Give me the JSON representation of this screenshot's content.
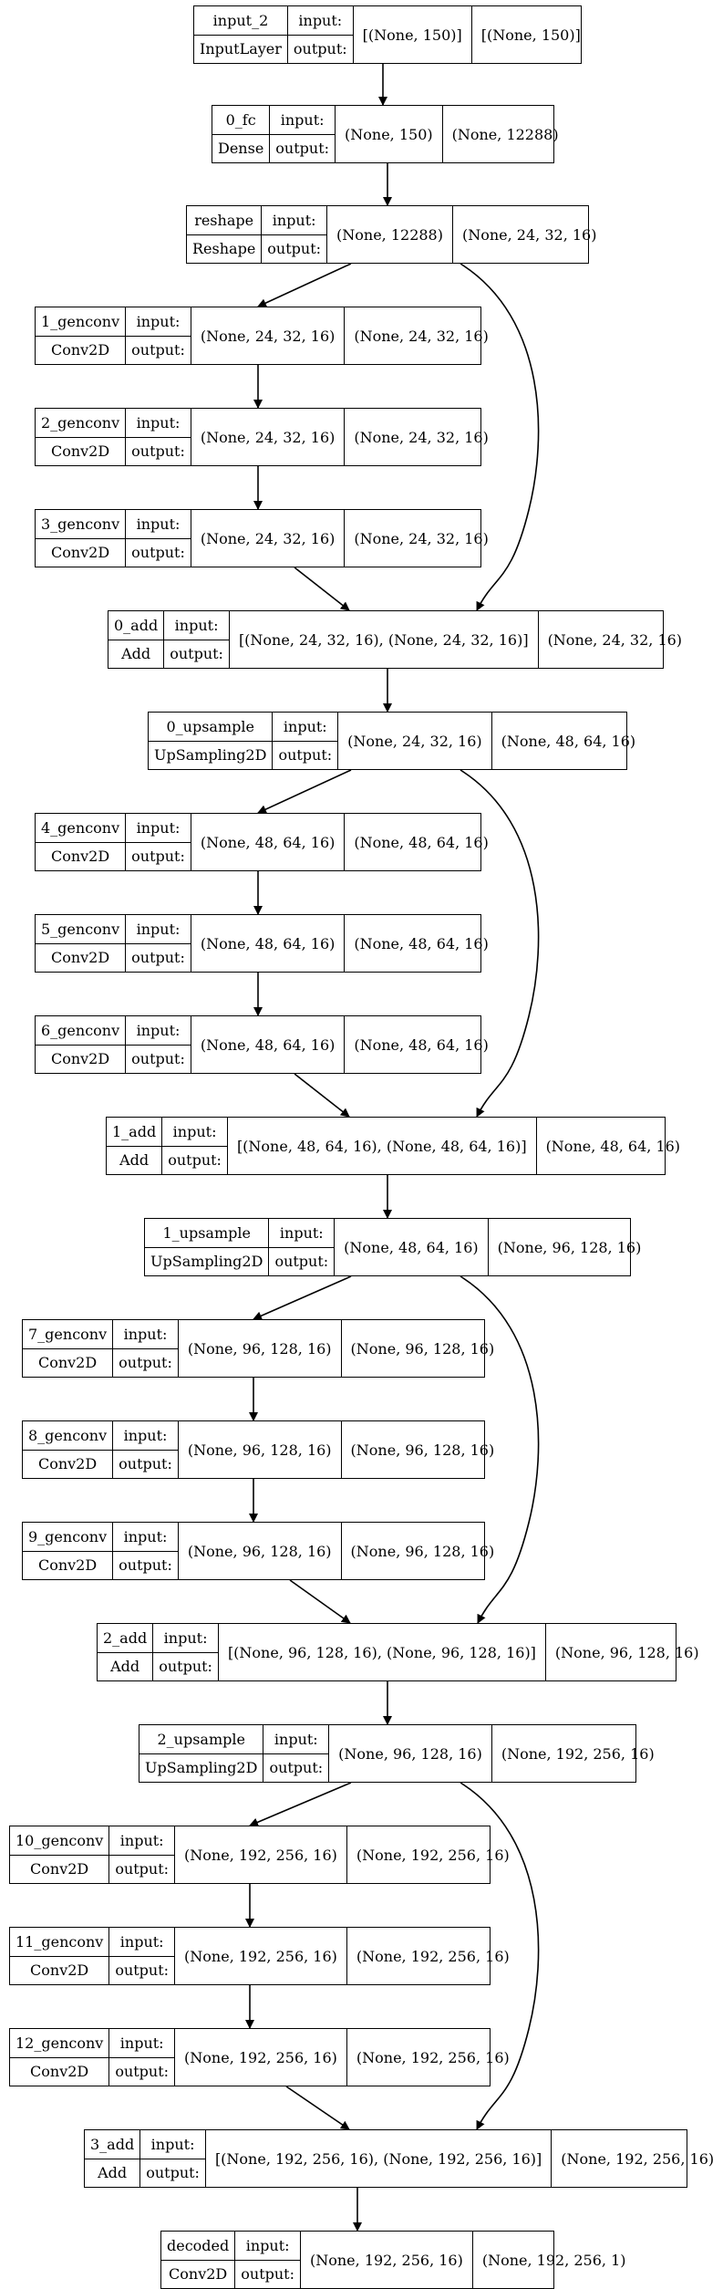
{
  "nodes": [
    {
      "id": "input_2",
      "name": "input_2",
      "type": "InputLayer",
      "input": "[(None, 150)]",
      "output": "[(None, 150)]"
    },
    {
      "id": "0_fc",
      "name": "0_fc",
      "type": "Dense",
      "input": "(None, 150)",
      "output": "(None, 12288)"
    },
    {
      "id": "reshape",
      "name": "reshape",
      "type": "Reshape",
      "input": "(None, 12288)",
      "output": "(None, 24, 32, 16)"
    },
    {
      "id": "1_genconv",
      "name": "1_genconv",
      "type": "Conv2D",
      "input": "(None, 24, 32, 16)",
      "output": "(None, 24, 32, 16)"
    },
    {
      "id": "2_genconv",
      "name": "2_genconv",
      "type": "Conv2D",
      "input": "(None, 24, 32, 16)",
      "output": "(None, 24, 32, 16)"
    },
    {
      "id": "3_genconv",
      "name": "3_genconv",
      "type": "Conv2D",
      "input": "(None, 24, 32, 16)",
      "output": "(None, 24, 32, 16)"
    },
    {
      "id": "0_add",
      "name": "0_add",
      "type": "Add",
      "input": "[(None, 24, 32, 16), (None, 24, 32, 16)]",
      "output": "(None, 24, 32, 16)"
    },
    {
      "id": "0_upsample",
      "name": "0_upsample",
      "type": "UpSampling2D",
      "input": "(None, 24, 32, 16)",
      "output": "(None, 48, 64, 16)"
    },
    {
      "id": "4_genconv",
      "name": "4_genconv",
      "type": "Conv2D",
      "input": "(None, 48, 64, 16)",
      "output": "(None, 48, 64, 16)"
    },
    {
      "id": "5_genconv",
      "name": "5_genconv",
      "type": "Conv2D",
      "input": "(None, 48, 64, 16)",
      "output": "(None, 48, 64, 16)"
    },
    {
      "id": "6_genconv",
      "name": "6_genconv",
      "type": "Conv2D",
      "input": "(None, 48, 64, 16)",
      "output": "(None, 48, 64, 16)"
    },
    {
      "id": "1_add",
      "name": "1_add",
      "type": "Add",
      "input": "[(None, 48, 64, 16), (None, 48, 64, 16)]",
      "output": "(None, 48, 64, 16)"
    },
    {
      "id": "1_upsample",
      "name": "1_upsample",
      "type": "UpSampling2D",
      "input": "(None, 48, 64, 16)",
      "output": "(None, 96, 128, 16)"
    },
    {
      "id": "7_genconv",
      "name": "7_genconv",
      "type": "Conv2D",
      "input": "(None, 96, 128, 16)",
      "output": "(None, 96, 128, 16)"
    },
    {
      "id": "8_genconv",
      "name": "8_genconv",
      "type": "Conv2D",
      "input": "(None, 96, 128, 16)",
      "output": "(None, 96, 128, 16)"
    },
    {
      "id": "9_genconv",
      "name": "9_genconv",
      "type": "Conv2D",
      "input": "(None, 96, 128, 16)",
      "output": "(None, 96, 128, 16)"
    },
    {
      "id": "2_add",
      "name": "2_add",
      "type": "Add",
      "input": "[(None, 96, 128, 16), (None, 96, 128, 16)]",
      "output": "(None, 96, 128, 16)"
    },
    {
      "id": "2_upsample",
      "name": "2_upsample",
      "type": "UpSampling2D",
      "input": "(None, 96, 128, 16)",
      "output": "(None, 192, 256, 16)"
    },
    {
      "id": "10_genconv",
      "name": "10_genconv",
      "type": "Conv2D",
      "input": "(None, 192, 256, 16)",
      "output": "(None, 192, 256, 16)"
    },
    {
      "id": "11_genconv",
      "name": "11_genconv",
      "type": "Conv2D",
      "input": "(None, 192, 256, 16)",
      "output": "(None, 192, 256, 16)"
    },
    {
      "id": "12_genconv",
      "name": "12_genconv",
      "type": "Conv2D",
      "input": "(None, 192, 256, 16)",
      "output": "(None, 192, 256, 16)"
    },
    {
      "id": "3_add",
      "name": "3_add",
      "type": "Add",
      "input": "[(None, 192, 256, 16), (None, 192, 256, 16)]",
      "output": "(None, 192, 256, 16)"
    },
    {
      "id": "decoded",
      "name": "decoded",
      "type": "Conv2D",
      "input": "(None, 192, 256, 16)",
      "output": "(None, 192, 256, 1)"
    }
  ],
  "port_labels": {
    "input": "input:",
    "output": "output:"
  },
  "edges": [
    {
      "from": "input_2",
      "to": "0_fc"
    },
    {
      "from": "0_fc",
      "to": "reshape"
    },
    {
      "from": "reshape",
      "to": "1_genconv"
    },
    {
      "from": "reshape",
      "to": "0_add"
    },
    {
      "from": "1_genconv",
      "to": "2_genconv"
    },
    {
      "from": "2_genconv",
      "to": "3_genconv"
    },
    {
      "from": "3_genconv",
      "to": "0_add"
    },
    {
      "from": "0_add",
      "to": "0_upsample"
    },
    {
      "from": "0_upsample",
      "to": "4_genconv"
    },
    {
      "from": "0_upsample",
      "to": "1_add"
    },
    {
      "from": "4_genconv",
      "to": "5_genconv"
    },
    {
      "from": "5_genconv",
      "to": "6_genconv"
    },
    {
      "from": "6_genconv",
      "to": "1_add"
    },
    {
      "from": "1_add",
      "to": "1_upsample"
    },
    {
      "from": "1_upsample",
      "to": "7_genconv"
    },
    {
      "from": "1_upsample",
      "to": "2_add"
    },
    {
      "from": "7_genconv",
      "to": "8_genconv"
    },
    {
      "from": "8_genconv",
      "to": "9_genconv"
    },
    {
      "from": "9_genconv",
      "to": "2_add"
    },
    {
      "from": "2_add",
      "to": "2_upsample"
    },
    {
      "from": "2_upsample",
      "to": "10_genconv"
    },
    {
      "from": "2_upsample",
      "to": "3_add"
    },
    {
      "from": "10_genconv",
      "to": "11_genconv"
    },
    {
      "from": "11_genconv",
      "to": "12_genconv"
    },
    {
      "from": "12_genconv",
      "to": "3_add"
    },
    {
      "from": "3_add",
      "to": "decoded"
    }
  ],
  "colors": {
    "stroke": "#000000",
    "background": "#ffffff"
  }
}
